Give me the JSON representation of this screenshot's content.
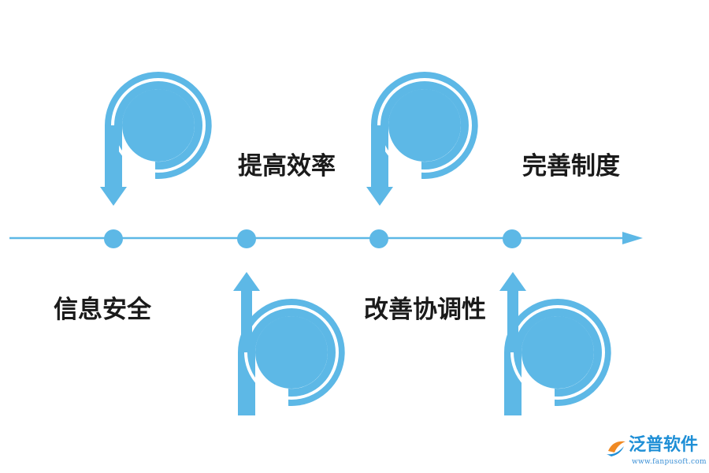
{
  "diagram": {
    "accent_color": "#5db8e6",
    "inner_ring_color": "#ffffff",
    "text_color": "#1a1a1a",
    "nodes": [
      {
        "label": "信息安全",
        "glyph": "p-loop-down-arrow"
      },
      {
        "label": "提高效率",
        "glyph": "b-loop-up-arrow"
      },
      {
        "label": "改善协调性",
        "glyph": "p-loop-down-arrow"
      },
      {
        "label": "完善制度",
        "glyph": "b-loop-up-arrow"
      }
    ]
  },
  "watermark": {
    "name": "泛普软件",
    "url": "www.fanpusoft.com",
    "logo_icon": "fanpu-logo-icon",
    "color": "#1f8fd6"
  }
}
